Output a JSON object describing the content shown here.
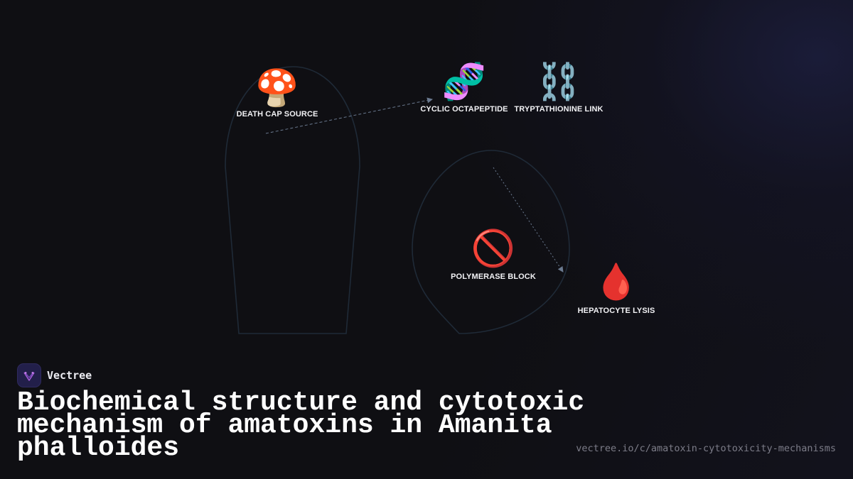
{
  "nodes": [
    {
      "id": "death-cap-source",
      "icon": "mushroom-icon",
      "emoji": "🍄",
      "label": "DEATH CAP SOURCE"
    },
    {
      "id": "cyclic-octapeptide",
      "icon": "dna-icon",
      "emoji": "🧬",
      "label": "CYCLIC OCTAPEPTIDE"
    },
    {
      "id": "tryptathionine-link",
      "icon": "chain-icon",
      "emoji": "⛓️",
      "label": "TRYPTATHIONINE LINK"
    },
    {
      "id": "polymerase-block",
      "icon": "prohibited-icon",
      "emoji": "🚫",
      "label": "POLYMERASE BLOCK"
    },
    {
      "id": "hepatocyte-lysis",
      "icon": "blood-drop-icon",
      "emoji": "🩸",
      "label": "HEPATOCYTE LYSIS"
    }
  ],
  "edges": [
    {
      "from": "death-cap-source",
      "to": "cyclic-octapeptide"
    },
    {
      "from": "polymerase-block",
      "to": "hepatocyte-lysis"
    }
  ],
  "brand": {
    "name": "Vectree",
    "logo_icon": "vectree-logo-icon"
  },
  "title": "Biochemical structure and cytotoxic mechanism of amatoxins in Amanita phalloides",
  "url": "vectree.io/c/amatoxin-cytotoxicity-mechanisms",
  "colors": {
    "background": "#0f0f13",
    "outline": "#1f2a37",
    "connector": "#6b7a90",
    "logo_bg": "#221f4a",
    "logo_accent": "#a35bd6"
  }
}
